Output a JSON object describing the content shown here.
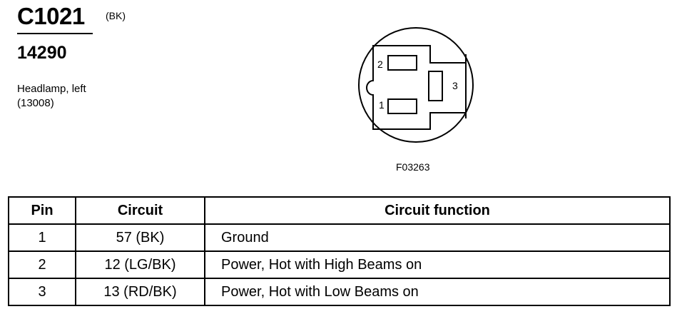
{
  "header": {
    "connector_id": "C1021",
    "color_code": "(BK)",
    "part_number": "14290",
    "description_lines": [
      "Headlamp, left",
      "(13008)"
    ]
  },
  "diagram": {
    "figure_number": "F03263",
    "pin_labels": [
      "1",
      "2",
      "3"
    ]
  },
  "table": {
    "headers": [
      "Pin",
      "Circuit",
      "Circuit function"
    ],
    "rows": [
      {
        "pin": "1",
        "circuit": "57 (BK)",
        "function": "Ground"
      },
      {
        "pin": "2",
        "circuit": "12 (LG/BK)",
        "function": "Power, Hot with High Beams on"
      },
      {
        "pin": "3",
        "circuit": "13 (RD/BK)",
        "function": "Power, Hot with Low Beams on"
      }
    ]
  }
}
